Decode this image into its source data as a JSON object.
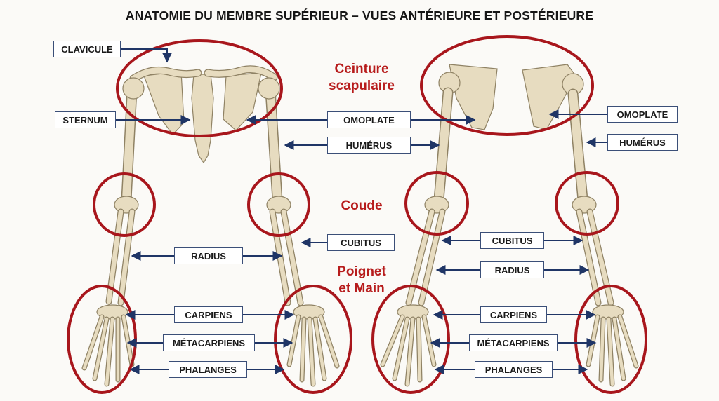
{
  "title": "ANATOMIE DU MEMBRE SUPÉRIEUR – VUES ANTÉRIEURE ET POSTÉRIEURE",
  "regions": {
    "ceinture": [
      "Ceinture",
      "scapulaire"
    ],
    "coude": "Coude",
    "poignet": [
      "Poignet",
      "et Main"
    ]
  },
  "labels": {
    "clavicule": "CLAVICULE",
    "sternum": "STERNUM",
    "omoplate_center": "OMOPLATE",
    "humerus_center": "HUMÉRUS",
    "omoplate_right": "OMOPLATE",
    "humerus_right": "HUMÉRUS",
    "radius_left": "RADIUS",
    "cubitus_center": "CUBITUS",
    "cubitus_right": "CUBITUS",
    "radius_right": "RADIUS",
    "carpiens_left": "CARPIENS",
    "metacarpiens_left": "MÉTACARPIENS",
    "phalanges_left": "PHALANGES",
    "carpiens_right": "CARPIENS",
    "metacarpiens_right": "MÉTACARPIENS",
    "phalanges_right": "PHALANGES"
  },
  "colors": {
    "ring": "#a8161c",
    "arrow": "#1f3566",
    "bone": "#e7dcc0",
    "region_text": "#b71c1c"
  }
}
